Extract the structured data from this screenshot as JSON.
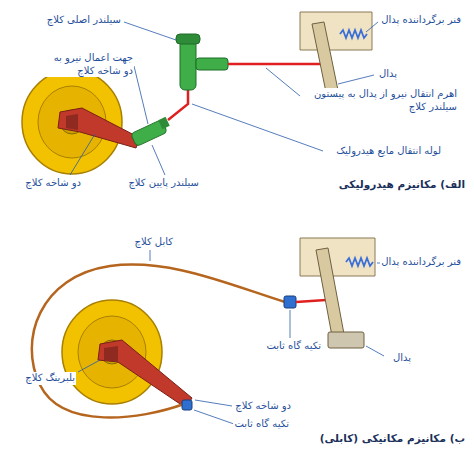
{
  "diagram": {
    "labels": [
      "سیلندر اصلی کلاچ",
      "جهت اعمال نیرو به دو شاخه کلاچ",
      "دو شاخه کلاچ",
      "سیلندر پایین کلاچ",
      "لوله انتقال مایع هیدرولیک",
      "اهرم انتقال نیرو از پدال به پیستون سیلندر کلاچ",
      "پدال",
      "فنر برگرداننده پدال",
      "الف) مکانیزم هیدرولیکی",
      "کابل کلاچ",
      "فنر برگرداننده پدال",
      "پدال",
      "تکیه گاه ثابت",
      "بلبرینگ کلاچ",
      "دو شاخه کلاچ",
      "تکیه گاه ثابت",
      "ب) مکانیزم مکانیکی (کابلی)"
    ]
  }
}
